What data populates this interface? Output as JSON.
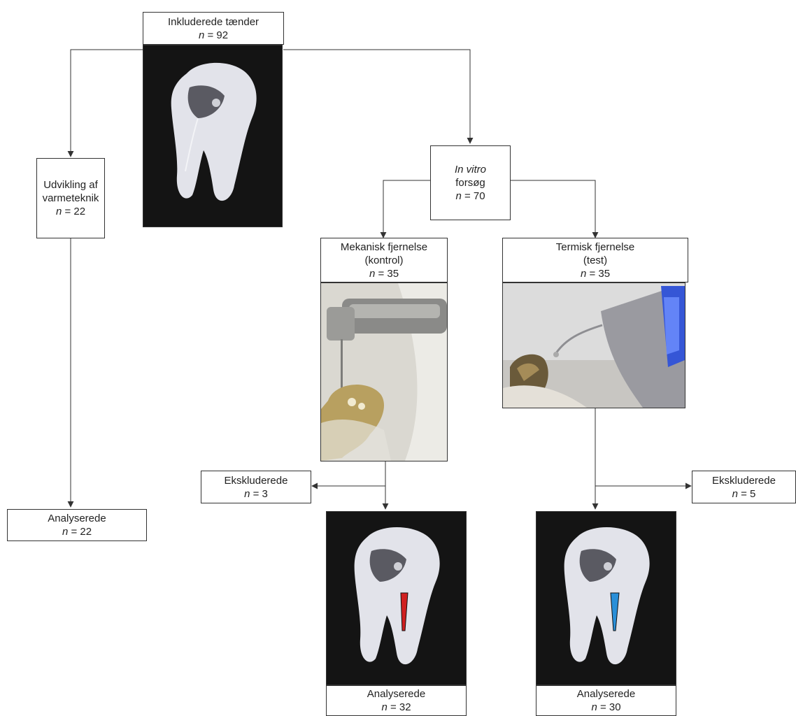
{
  "nodes": {
    "included": {
      "label": "Inkluderede tænder",
      "n_prefix": "n",
      "n_text": " = 92"
    },
    "development": {
      "label_line1": "Udvikling af",
      "label_line2": "varmeteknik",
      "n_prefix": "n",
      "n_text": " = 22"
    },
    "in_vitro": {
      "label_italic": "In vitro",
      "label_line2": "forsøg",
      "n_prefix": "n",
      "n_text": " = 70"
    },
    "mechanical": {
      "label_line1": "Mekanisk fjernelse",
      "label_line2": "(kontrol)",
      "n_prefix": "n",
      "n_text": " = 35"
    },
    "thermal": {
      "label_line1": "Termisk fjernelse",
      "label_line2": "(test)",
      "n_prefix": "n",
      "n_text": " = 35"
    },
    "excluded_left": {
      "label": "Ekskluderede",
      "n_prefix": "n",
      "n_text": " = 3"
    },
    "excluded_right": {
      "label": "Ekskluderede",
      "n_prefix": "n",
      "n_text": " = 5"
    },
    "analysed_left": {
      "label": "Analyserede",
      "n_prefix": "n",
      "n_text": " = 22"
    },
    "analysed_mechanical": {
      "label": "Analyserede",
      "n_prefix": "n",
      "n_text": " = 32"
    },
    "analysed_thermal": {
      "label": "Analyserede",
      "n_prefix": "n",
      "n_text": " = 30"
    }
  },
  "colors": {
    "line": "#333333",
    "marker_mechanical": "#d02020",
    "marker_thermal": "#2a8fd8"
  }
}
